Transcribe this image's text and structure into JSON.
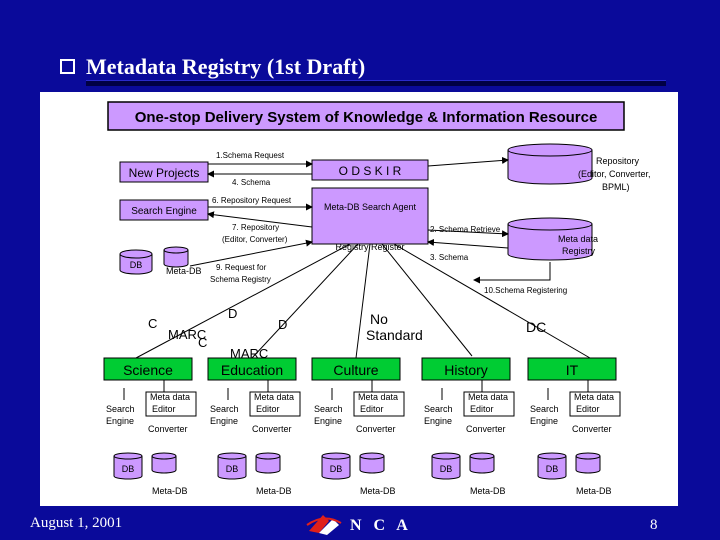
{
  "slide": {
    "title": "Metadata Registry (1st Draft)",
    "footer_date": "August 1, 2001",
    "footer_org": "N C A",
    "page_number": "8"
  },
  "diagram": {
    "banner": "One-stop Delivery System of Knowledge & Information Resource",
    "new_projects": "New Projects",
    "odskir": "O D S K I R",
    "repository_line1": "Repository",
    "repository_line2": "(Editor, Converter,",
    "repository_line3": "BPML)",
    "search_engine": "Search Engine",
    "db": "DB",
    "meta_db": "Meta-DB",
    "meta_db_search_agent": "Meta-DB Search Agent",
    "registry_register": "Registry Register",
    "metadata_registry_line1": "Meta data",
    "metadata_registry_line2": "Registry",
    "steps": {
      "s1": "1.Schema Request",
      "s4": "4. Schema",
      "s6": "6. Repository Request",
      "s7_line1": "7. Repository",
      "s7_line2": "(Editor, Converter)",
      "s2": "2. Schema Retrieve",
      "s3": "3. Schema",
      "s9_line1": "9. Request for",
      "s9_line2": "Schema Registry",
      "s10": "10.Schema Registering"
    },
    "standards": {
      "c": "C",
      "marc_c_1": "MARC",
      "marc_c_2": "C",
      "d1": "D",
      "d2": "D",
      "marc_edu": "MARC",
      "no_standard_1": "No",
      "no_standard_2": "Standard",
      "dc": "DC"
    },
    "domains": [
      {
        "name": "Science"
      },
      {
        "name": "Education"
      },
      {
        "name": "Culture"
      },
      {
        "name": "History"
      },
      {
        "name": "IT"
      }
    ],
    "domain_labels": {
      "search_line1": "Search",
      "search_line2": "Engine",
      "metadata_line1": "Meta data",
      "metadata_line2": "Editor",
      "converter": "Converter",
      "db": "DB",
      "meta_db": "Meta-DB"
    }
  },
  "colors": {
    "background": "#0a0a9a",
    "canvas": "#ffffff",
    "box_fill": "#cc99ff",
    "cyl_fill": "#cc99ff",
    "domain_fill": "#00cc33",
    "line": "#000000"
  }
}
